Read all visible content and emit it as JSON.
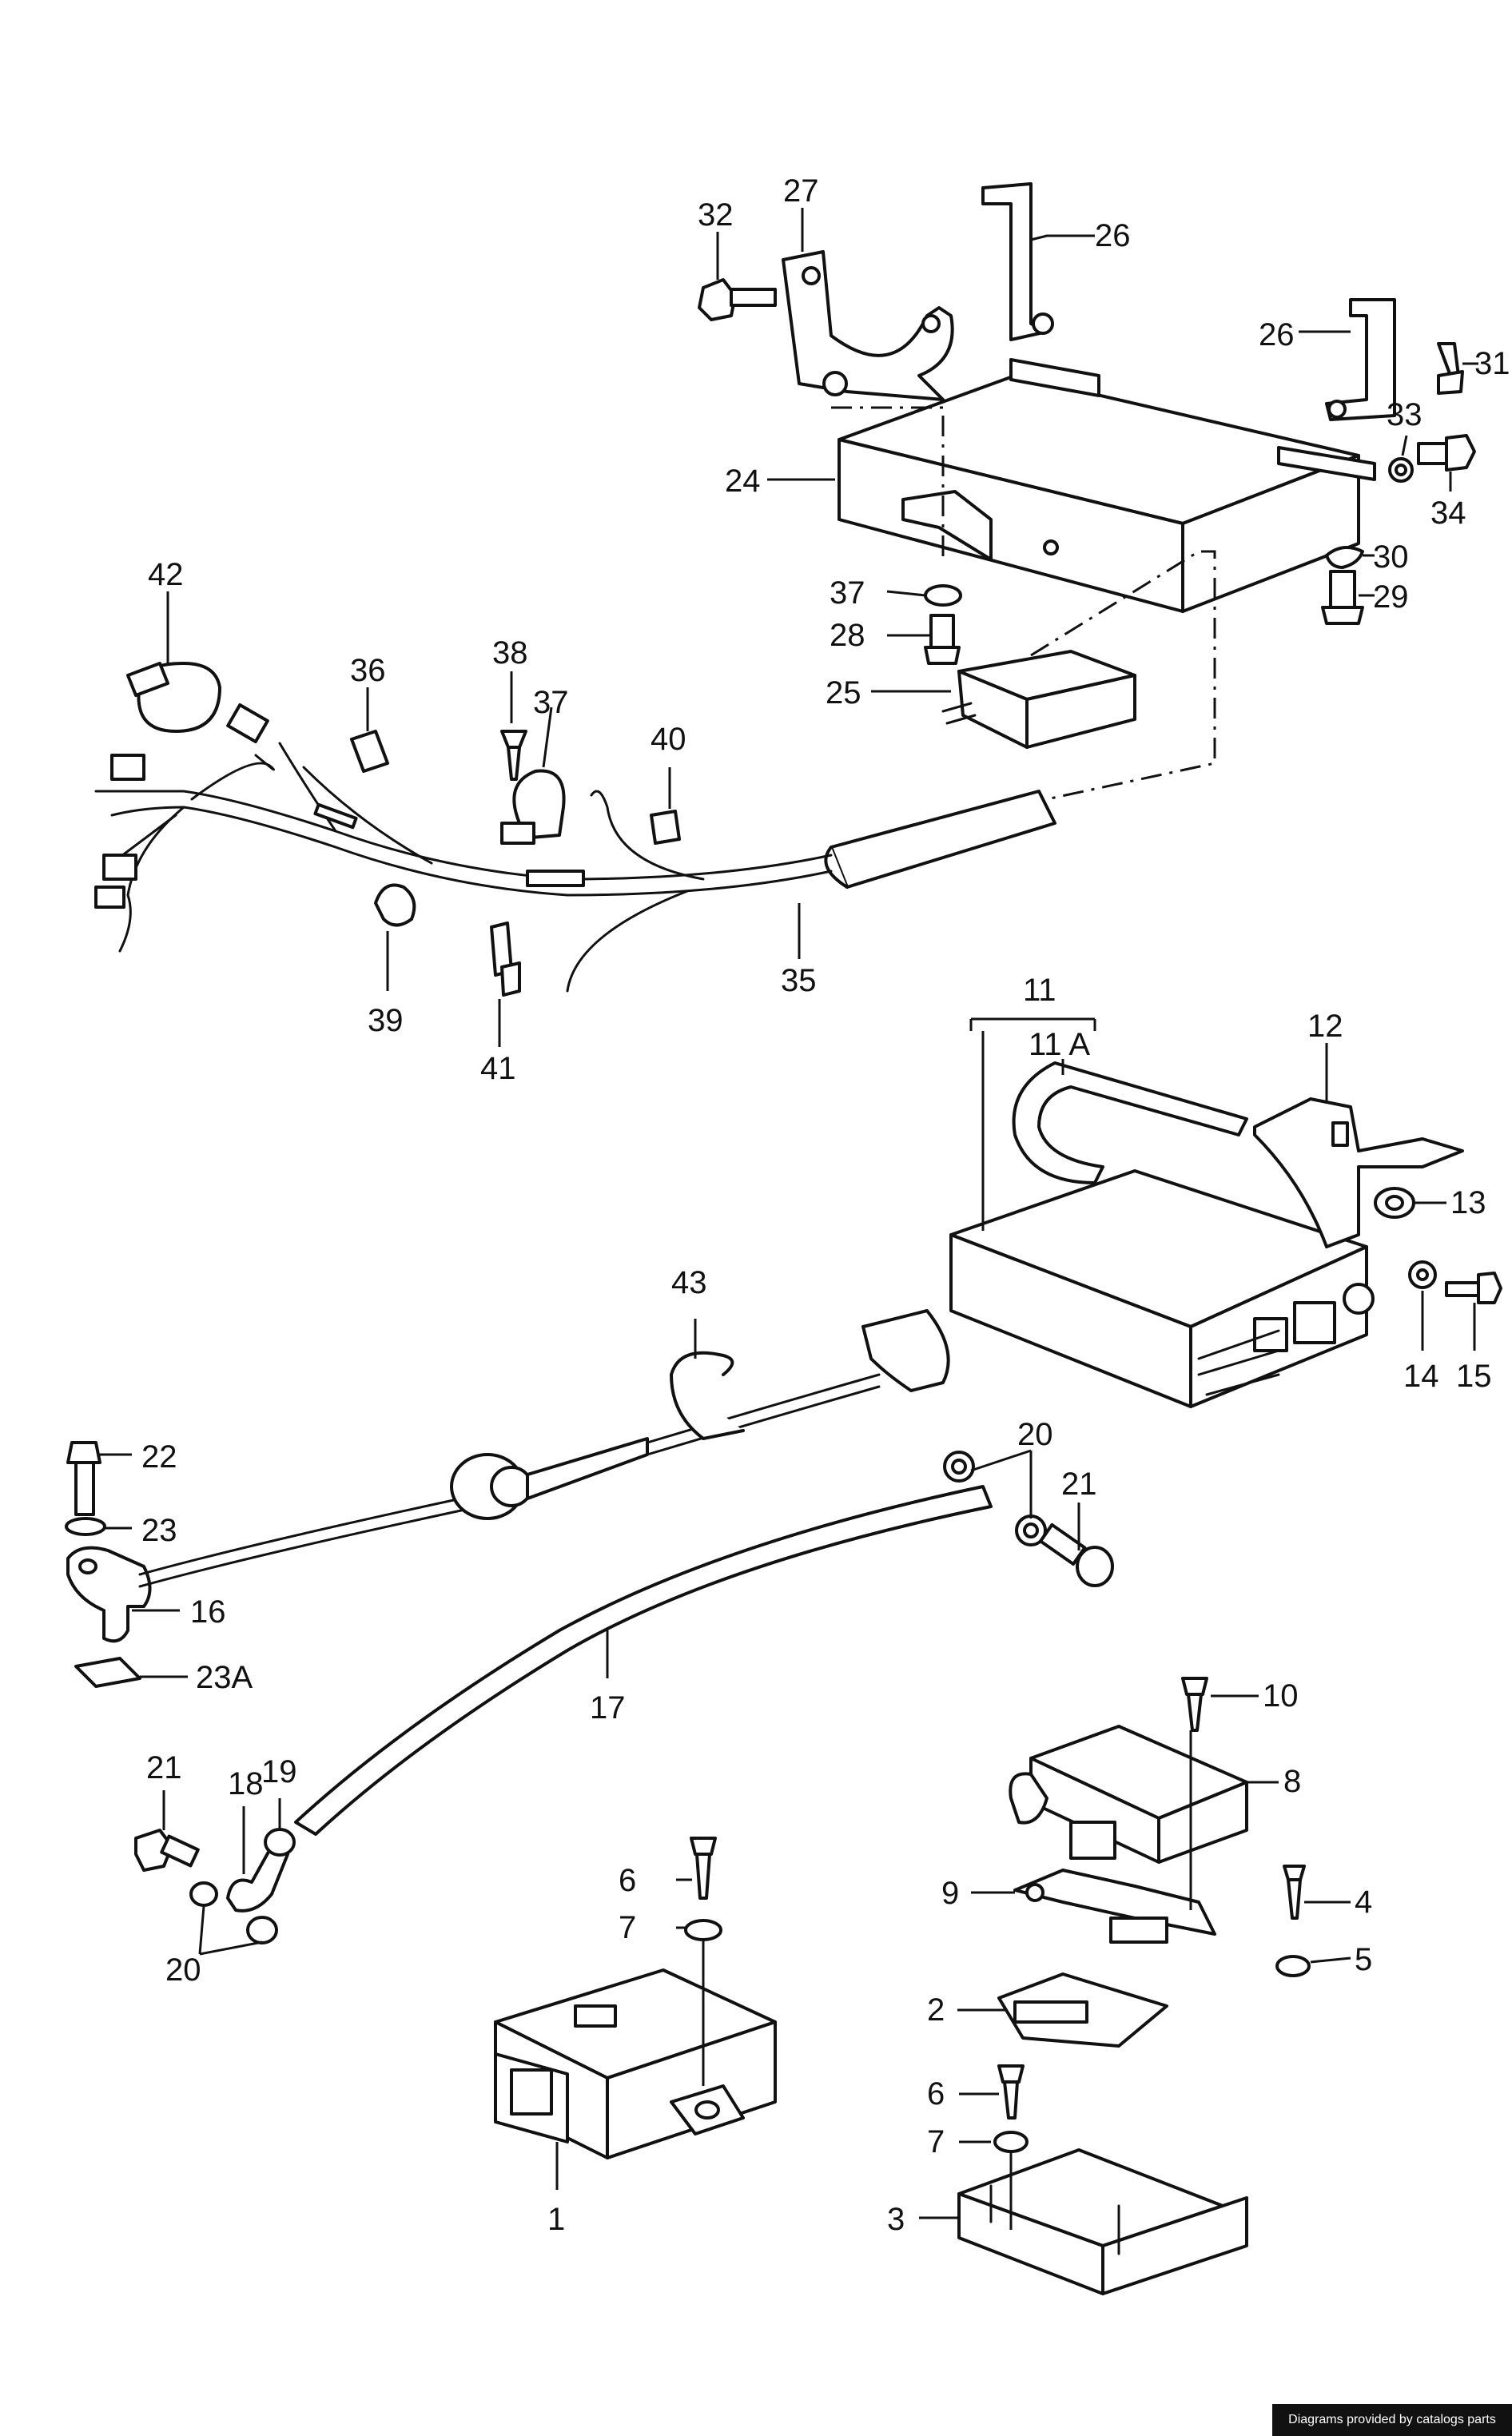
{
  "callouts": {
    "c1": "1",
    "c2": "2",
    "c3": "3",
    "c4": "4",
    "c5": "5",
    "c6a": "6",
    "c6b": "6",
    "c7a": "7",
    "c7b": "7",
    "c8": "8",
    "c9": "9",
    "c10": "10",
    "c11": "11",
    "c11a": "11 A",
    "c12": "12",
    "c13": "13",
    "c14": "14",
    "c15": "15",
    "c16": "16",
    "c17": "17",
    "c18": "18",
    "c19": "19",
    "c20a": "20",
    "c20b": "20",
    "c21a": "21",
    "c21b": "21",
    "c22": "22",
    "c23": "23",
    "c23a": "23A",
    "c24": "24",
    "c25": "25",
    "c26a": "26",
    "c26b": "26",
    "c27": "27",
    "c28": "28",
    "c29": "29",
    "c30": "30",
    "c31": "31",
    "c32": "32",
    "c33": "33",
    "c34": "34",
    "c35": "35",
    "c36": "36",
    "c37a": "37",
    "c37b": "37",
    "c38": "38",
    "c39": "39",
    "c40": "40",
    "c41": "41",
    "c42": "42",
    "c43": "43"
  },
  "footer": {
    "credit": "Diagrams provided by catalogs parts"
  }
}
